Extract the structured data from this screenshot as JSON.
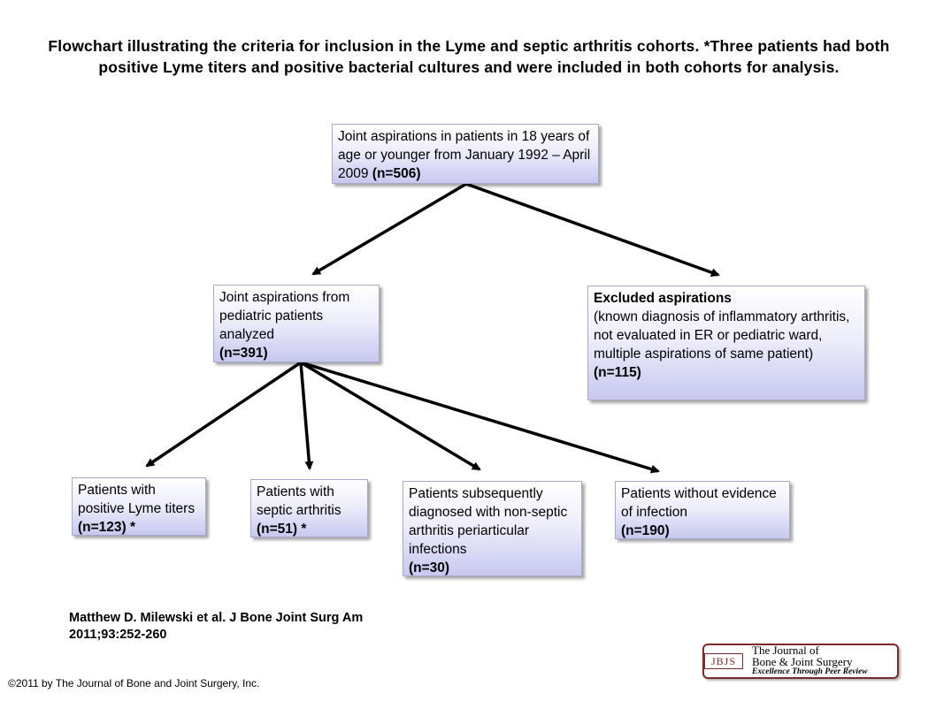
{
  "title": "Flowchart illustrating the criteria for inclusion in the Lyme and septic arthritis cohorts. *Three patients had both positive Lyme titers and positive bacterial cultures and were included in both cohorts for analysis.",
  "boxes": {
    "root": {
      "text": "Joint aspirations in patients in 18 years of age or younger from January 1992 – April 2009",
      "count": "(n=506)"
    },
    "analyzed": {
      "lines": [
        "Joint aspirations from",
        "pediatric patients",
        "analyzed"
      ],
      "count": "(n=391)"
    },
    "excluded": {
      "heading": "Excluded aspirations",
      "detail": "(known diagnosis of inflammatory arthritis, not evaluated in ER or pediatric ward, multiple aspirations of same patient)",
      "count": "(n=115)"
    },
    "lyme": {
      "text": "Patients with positive Lyme titers",
      "count": "(n=123) *"
    },
    "septic": {
      "text": "Patients with septic arthritis",
      "count": "(n=51) *"
    },
    "nonseptic": {
      "text": "Patients subsequently diagnosed with non-septic arthritis periarticular infections",
      "count": "(n=30)"
    },
    "noinfection": {
      "text": "Patients without evidence of infection",
      "count": "(n=190)"
    }
  },
  "citation": {
    "line1": "Matthew D. Milewski et al. J Bone Joint Surg Am",
    "line2": "2011;93:252-260"
  },
  "copyright": "©2011 by The Journal of Bone and Joint Surgery, Inc.",
  "logo": {
    "mark": "JBJS",
    "name_line1": "The Journal of",
    "name_line2": "Bone & Joint Surgery",
    "tagline": "Excellence Through Peer Review"
  },
  "colors": {
    "box_gradient_end": "#c8c8f0",
    "box_border": "#a9a9c9",
    "arrow": "#000000",
    "logo_accent": "#7a2a2a"
  }
}
